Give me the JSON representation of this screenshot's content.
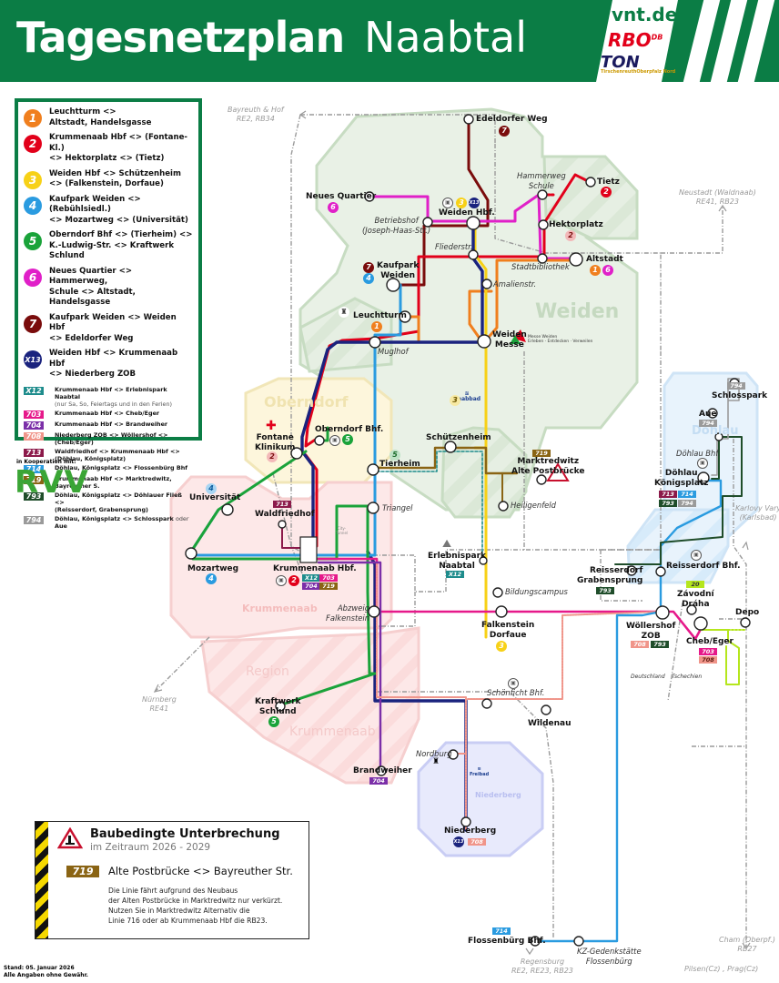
{
  "header": {
    "title_bold": "Tagesnetzplan",
    "title_light": "Naabtal",
    "logos": {
      "vnt": "vnt.de",
      "rbo": "RBO",
      "rbo_mark": "DB",
      "ton": "TON",
      "ton_sub": "TirschenreuthOberpfalz Nord"
    },
    "colors": {
      "brand_green": "#0b7d45"
    }
  },
  "legend": {
    "main_lines": [
      {
        "id": "1",
        "color": "#f07f1e",
        "text1": "Leuchtturm <>",
        "text2": "Altstadt, Handelsgasse"
      },
      {
        "id": "2",
        "color": "#e2001a",
        "text1": "Krummenaab Hbf <> (Fontane-Kl.)",
        "text2": "<> Hektorplatz <> (Tietz)"
      },
      {
        "id": "3",
        "color": "#f7d117",
        "text1": "Weiden Hbf <> Schützenheim",
        "text2": "<> (Falkenstein, Dorfaue)"
      },
      {
        "id": "4",
        "color": "#2a9be0",
        "text1": "Kaufpark Weiden <> (Rebühlsiedl.)",
        "text2": "<> Mozartweg <> (Universität)"
      },
      {
        "id": "5",
        "color": "#1aa33a",
        "text1": "Oberndorf Bhf <> (Tierheim) <>",
        "text2": "K.-Ludwig-Str. <> Kraftwerk Schlund"
      },
      {
        "id": "6",
        "color": "#e020c8",
        "text1": "Neues Quartier <> Hammerweg,",
        "text2": "Schule <> Altstadt, Handelsgasse"
      },
      {
        "id": "7",
        "color": "#7a0c0c",
        "text1": "Kaufpark Weiden <> Weiden Hbf",
        "text2": "<> Edeldorfer Weg"
      },
      {
        "id": "X13",
        "color": "#1a237e",
        "text1": "Weiden Hbf <> Krummenaab Hbf",
        "text2": "<> Niederberg ZOB"
      }
    ],
    "regional_lines": [
      {
        "id": "X12",
        "color": "#1e8c8c",
        "text": "Krummenaab Hbf <> Erlebnispark Naabtal",
        "note": "(nur Sa, So, Feiertags und in den Ferien)"
      },
      {
        "id": "703",
        "color": "#e6198a",
        "text": "Krummenaab Hbf <> Cheb/Eger"
      },
      {
        "id": "704",
        "color": "#7b2fa8",
        "text": "Krummenaab Hbf <> Brandweiher"
      },
      {
        "id": "708",
        "color": "#f0958a",
        "text": "Niederberg ZOB <> Wöllershof <> (Cheb/Eger)"
      },
      {
        "id": "713",
        "color": "#8c1a4a",
        "text": "Waldfriedhof <> Krummenaab Hbf <>",
        "text2": "(Döhlau, Königsplatz)"
      },
      {
        "id": "714",
        "color": "#2a9be0",
        "text": "Döhlau, Königsplatz <> Flossenbürg Bhf"
      },
      {
        "id": "719",
        "color": "#8a6414",
        "text": "Krummenaab Hbf <> Marktredwitz, Bayreuther S."
      },
      {
        "id": "793",
        "color": "#1f4d2a",
        "text": "Döhlau, Königsplatz <> Döhlauer Fließ <>",
        "text2": "(Reisserdorf, Grabensprung)"
      },
      {
        "id": "794",
        "color": "#9a9a9a",
        "text": "Döhlau, Königsplatz <> Schlosspark",
        "or": "oder",
        "text3": "Aue"
      }
    ]
  },
  "cooperation": {
    "label": "in Kooperation mit:",
    "partner": "RVV"
  },
  "zones": {
    "weiden": "Weiden",
    "oberndorf": "Oberndorf",
    "krummenaab": "Krummenaab",
    "region": "Region",
    "region_krummenaab": "Krummenaab",
    "doehlau": "Döhlau",
    "niederberg": "Niederberg"
  },
  "external": {
    "bayreuth": [
      "Bayreuth & Hof",
      "RE2, RB34"
    ],
    "neustadt": [
      "Neustadt (Waldnaab)",
      "RE41, RB23"
    ],
    "karlovy": [
      "Karlovy Vary",
      "(Karlsbad)"
    ],
    "nuernberg": [
      "Nürnberg",
      "RE41"
    ],
    "regensburg": [
      "Regensburg",
      "RE2, RE23, RB23"
    ],
    "cham": [
      "Cham (Oberpf.)",
      "RB27"
    ],
    "pilsen": "Pilsen(Cz) , Prag(Cz)"
  },
  "stops": {
    "edeldorfer": "Edeldorfer Weg",
    "neues_quartier": "Neues Quartier",
    "weiden_hbf": "Weiden Hbf.",
    "betriebshof": [
      "Betriebshof",
      "(Joseph-Haas-Str.)"
    ],
    "hammerweg": [
      "Hammerweg",
      "Schule"
    ],
    "tietz": "Tietz",
    "hektorplatz": "Hektorplatz",
    "fliederstr": "Fliederstr.",
    "stadtbibliothek": "Stadtbibliothek",
    "altstadt": "Altstadt",
    "kaufpark": [
      "Kaufpark",
      "Weiden"
    ],
    "amalienstr": "Amalienstr.",
    "leuchtturm": "Leuchtturm",
    "muglhof": "Muglhof",
    "weiden_messe": [
      "Weiden",
      "Messe"
    ],
    "messe_logo": [
      "Messe Weiden",
      "Erleben · Entdecken · Verweilen"
    ],
    "naabbad": "Naabbad",
    "fontane": [
      "Fontane",
      "Klinikum"
    ],
    "oberndorf": "Oberndorf Bhf.",
    "schuetzenheim": "Schützenheim",
    "tierheim": "Tierheim",
    "marktredwitz": [
      "Marktredwitz",
      "Alte Postbrücke"
    ],
    "heiligenfeld": "Heiligenfeld",
    "universitaet": "Universität",
    "waldfriedhof": "Waldfriedhof",
    "triangel": "Triangel",
    "city_tunnel": [
      "City-",
      "Tunnel"
    ],
    "mozartweg": "Mozartweg",
    "krummenaab_hbf": "Krummenaab Hbf.",
    "erlebnispark": [
      "Erlebnispark",
      "Naabtal"
    ],
    "bildungscampus": "Bildungscampus",
    "abzweig": [
      "Abzweig",
      "Falkenstein"
    ],
    "falkenstein": [
      "Falkenstein",
      "Dorfaue"
    ],
    "schlosspark": "Schlosspark",
    "aue": "Aue",
    "doehlau_bhf": "Döhlau Bhf.",
    "doehlau_koenig": [
      "Döhlau",
      "Königsplatz"
    ],
    "reisserdorf_gs": [
      "Reisserdorf",
      "Grabensprung"
    ],
    "reisserdorf_bhf": "Reisserdorf Bhf.",
    "zavodni": [
      "Závodní",
      "Dráha"
    ],
    "depo": "Depo",
    "woellershof": [
      "Wöllershof",
      "ZOB"
    ],
    "cheb": "Cheb/Eger",
    "deutschland": "Deutschland",
    "tschechien": "Tschechien",
    "schoenficht": "Schönficht Bhf.",
    "wildenau": "Wildenau",
    "kraftwerk": [
      "Kraftwerk",
      "Schlund"
    ],
    "nordburg": "Nordburg",
    "freibad": "Freibad",
    "brandweiher": "Brandweiher",
    "niederberg": "Niederberg",
    "flossenbuerg": "Flossenbürg Bhf.",
    "kz": [
      "KZ-Gedenkstätte",
      "Flossenbürg"
    ]
  },
  "line_colors": {
    "l1": "#f07f1e",
    "l2": "#e2001a",
    "l3": "#f7d117",
    "l4": "#2a9be0",
    "l5": "#1aa33a",
    "l6": "#e020c8",
    "l7": "#7a0c0c",
    "x13": "#1a237e",
    "x12": "#1e8c8c",
    "l703": "#e6198a",
    "l704": "#7b2fa8",
    "l708": "#f0958a",
    "l713": "#8c1a4a",
    "l714": "#2a9be0",
    "l719": "#8a6414",
    "l793": "#1f4d2a",
    "l794": "#9a9a9a",
    "l20": "#b5e61d"
  },
  "badges": {
    "l20": "20"
  },
  "notice": {
    "title": "Baubedingte Unterbrechung",
    "period": "im Zeitraum 2026 - 2029",
    "line": "719",
    "route": "Alte Postbrücke <> Bayreuther Str.",
    "body": [
      "Die Linie fährt aufgrund des Neubaus",
      "der Alten Postbrücke in Marktredwitz nur verkürzt.",
      "Nutzen Sie in Marktredwitz Alternativ die",
      "Linie 716 oder ab Krummenaab Hbf die RB23."
    ]
  },
  "footer": {
    "stand": "Stand: 05. Januar 2026",
    "disclaimer": "Alle Angaben ohne Gewähr."
  }
}
